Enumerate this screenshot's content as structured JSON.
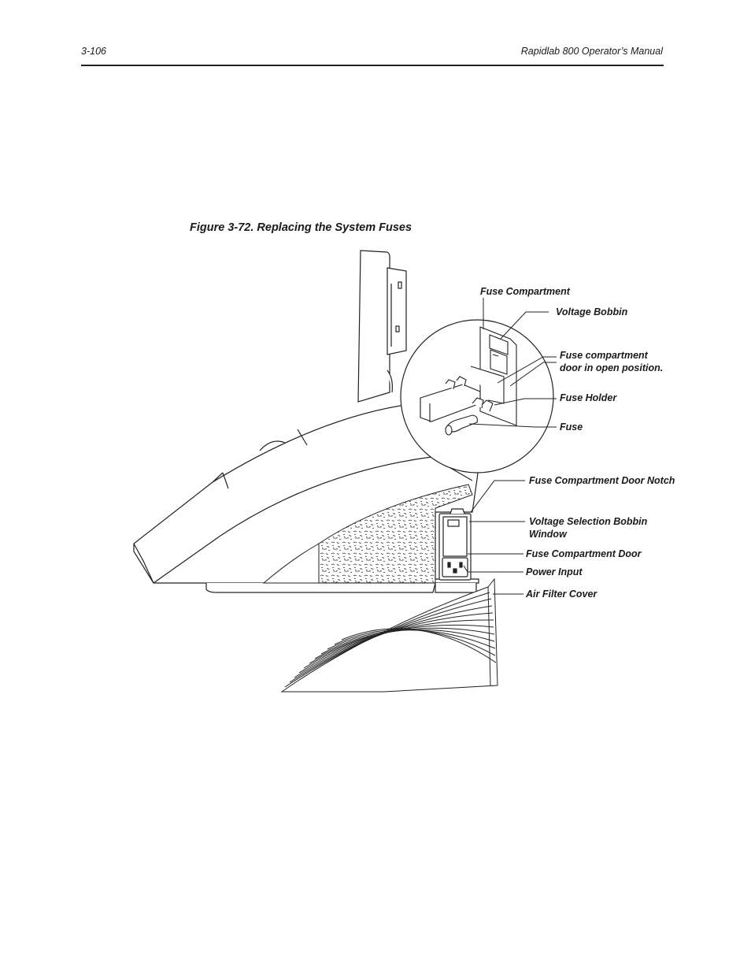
{
  "header": {
    "page_number": "3-106",
    "manual_title": "Rapidlab 800 Operator’s Manual"
  },
  "figure": {
    "caption": "Figure 3-72.  Replacing the System Fuses",
    "labels": {
      "fuse_compartment": "Fuse Compartment",
      "voltage_bobbin": "Voltage Bobbin",
      "door_open_line1": "Fuse compartment",
      "door_open_line2": "door in open position.",
      "fuse_holder": "Fuse Holder",
      "fuse": "Fuse",
      "door_notch": "Fuse Compartment Door Notch",
      "bobbin_window_line1": "Voltage Selection Bobbin",
      "bobbin_window_line2": "Window",
      "compartment_door": "Fuse Compartment Door",
      "power_input": "Power Input",
      "air_filter_cover": "Air Filter Cover"
    }
  }
}
